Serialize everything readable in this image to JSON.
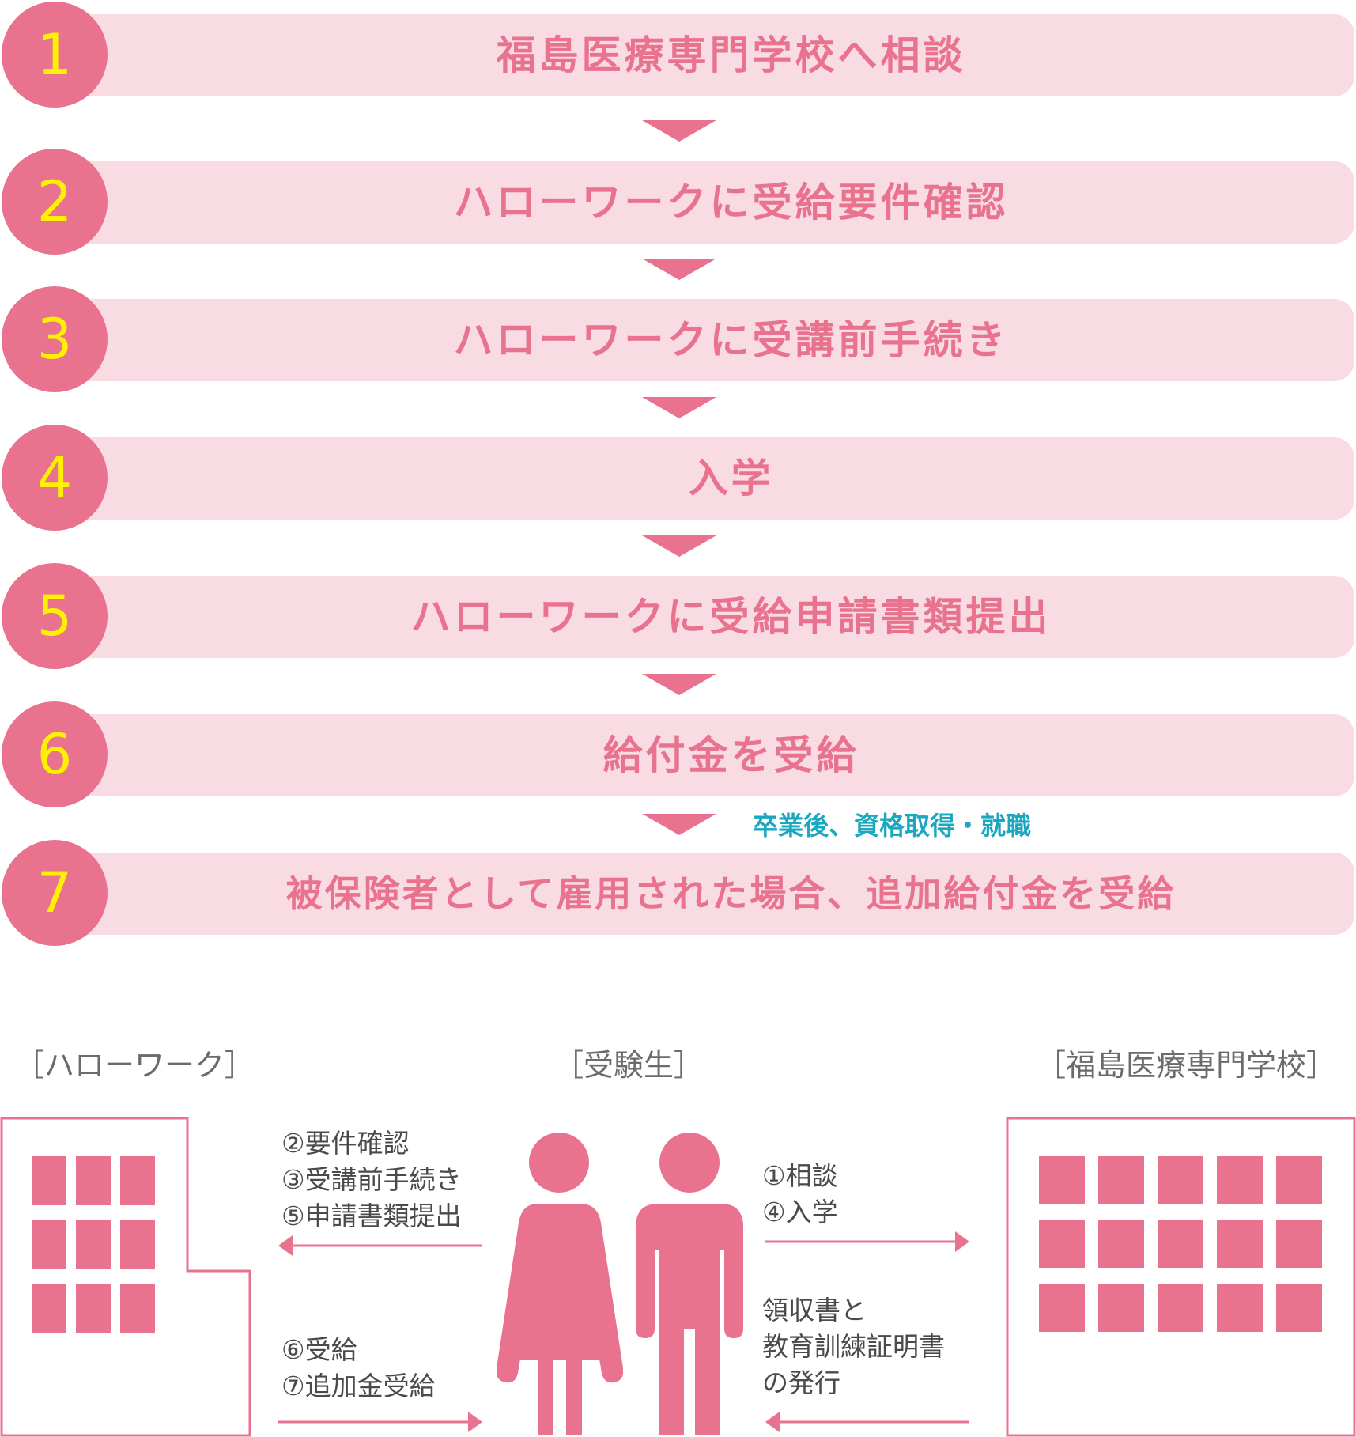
{
  "steps": [
    {
      "num": "1",
      "label": "福島医療専門学校へ相談"
    },
    {
      "num": "2",
      "label": "ハローワークに受給要件確認"
    },
    {
      "num": "3",
      "label": "ハローワークに受講前手続き"
    },
    {
      "num": "4",
      "label": "入学"
    },
    {
      "num": "5",
      "label": "ハローワークに受給申請書類提出"
    },
    {
      "num": "6",
      "label": "給付金を受給"
    },
    {
      "num": "7",
      "label": "被保険者として雇用された場合、追加給付金を受給"
    }
  ],
  "step7_note": "卒業後、資格取得・就職",
  "diagram": {
    "hellowork_title": "［ハローワーク］",
    "student_title": "［受験生］",
    "school_title": "［福島医療専門学校］",
    "left_top_lines": [
      "②要件確認",
      "③受講前手続き",
      "⑤申請書類提出"
    ],
    "left_bottom_lines": [
      "⑥受給",
      "⑦追加金受給"
    ],
    "right_top_lines": [
      "①相談",
      "④入学"
    ],
    "right_bottom_lines": [
      "領収書と",
      "教育訓練証明書",
      "の発行"
    ]
  },
  "colors": {
    "accent": "#e9728f",
    "bar": "#f8dbe3",
    "number": "#fff100",
    "note": "#1aa7bf"
  },
  "icons": [
    "woman-icon",
    "man-icon",
    "building-icon",
    "arrow-left-icon",
    "arrow-right-icon",
    "arrow-down-icon"
  ]
}
